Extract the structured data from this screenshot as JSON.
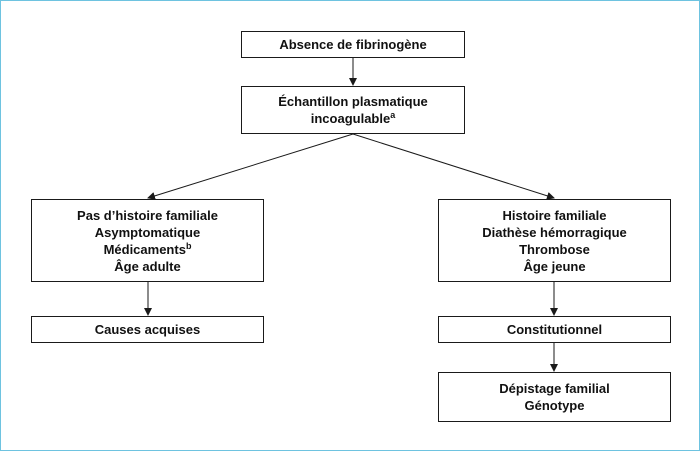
{
  "colors": {
    "frame_border": "#6ec3e0",
    "box_border": "#1a1a1a",
    "text": "#111111"
  },
  "nodes": {
    "absence": {
      "line1": "Absence de fibrinogène"
    },
    "echantillon": {
      "line1": "Échantillon plasmatique",
      "line2": "incoagulable",
      "footnote": "a"
    },
    "pas_histoire": {
      "line1": "Pas d’histoire familiale",
      "line2": "Asymptomatique",
      "line3": "Médicaments",
      "line3_footnote": "b",
      "line4": "Âge adulte"
    },
    "causes": {
      "line1": "Causes acquises"
    },
    "histoire": {
      "line1": "Histoire familiale",
      "line2": "Diathèse hémorragique",
      "line3": "Thrombose",
      "line4": "Âge jeune"
    },
    "constitutionnel": {
      "line1": "Constitutionnel"
    },
    "depistage": {
      "line1": "Dépistage familial",
      "line2": "Génotype"
    }
  },
  "edges": [
    {
      "from": "absence",
      "to": "echantillon"
    },
    {
      "from": "echantillon",
      "to": "pas_histoire"
    },
    {
      "from": "echantillon",
      "to": "histoire"
    },
    {
      "from": "pas_histoire",
      "to": "causes"
    },
    {
      "from": "histoire",
      "to": "constitutionnel"
    },
    {
      "from": "constitutionnel",
      "to": "depistage"
    }
  ]
}
